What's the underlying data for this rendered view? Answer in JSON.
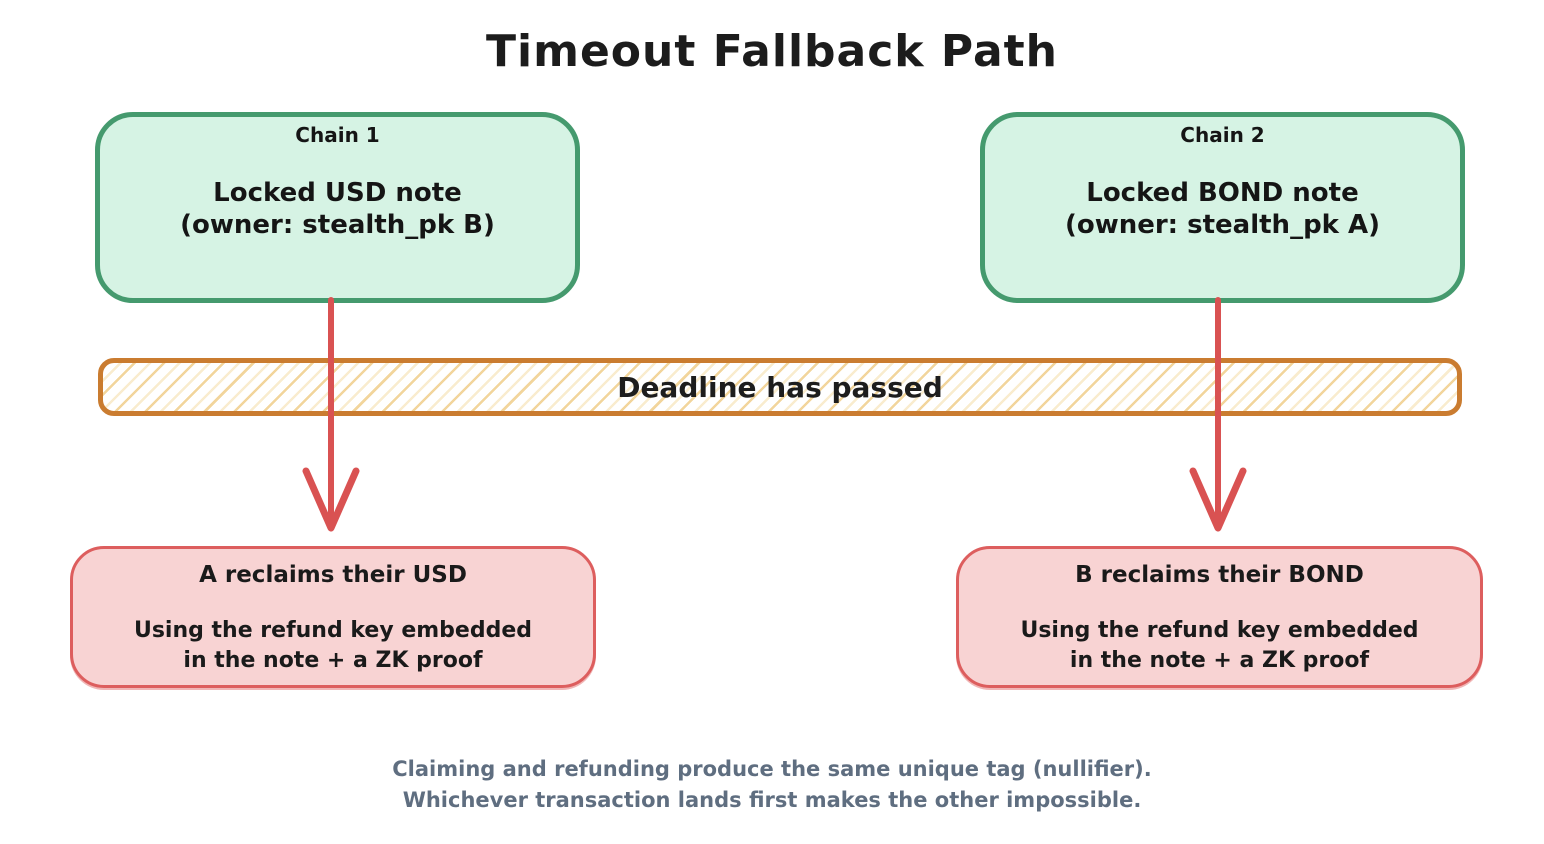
{
  "diagram": {
    "title": "Timeout Fallback Path",
    "chain1": {
      "label": "Chain 1",
      "body_line1": "Locked USD note",
      "body_line2": "(owner: stealth_pk B)"
    },
    "chain2": {
      "label": "Chain 2",
      "body_line1": "Locked BOND note",
      "body_line2": "(owner: stealth_pk A)"
    },
    "deadline_banner": {
      "label": "Deadline has passed"
    },
    "reclaim1": {
      "title": "A reclaims their USD",
      "body_line1": "Using the refund key embedded",
      "body_line2": "in the note + a ZK proof"
    },
    "reclaim2": {
      "title": "B reclaims their BOND",
      "body_line1": "Using the refund key embedded",
      "body_line2": "in the note + a ZK proof"
    },
    "arrows": [
      {
        "icon": "down-arrow-icon",
        "from": "chain1-locked-note-box",
        "to": "reclaim-usd-box"
      },
      {
        "icon": "down-arrow-icon",
        "from": "chain2-locked-note-box",
        "to": "reclaim-bond-box"
      }
    ],
    "footnote": {
      "line1": "Claiming and refunding produce the same unique tag (nullifier).",
      "line2": "Whichever transaction lands first makes the other impossible."
    },
    "colors": {
      "locked_note_fill": "#d6f3e4",
      "locked_note_border": "#459a6e",
      "reclaim_fill": "#f8d3d3",
      "reclaim_border": "#dd5e5e",
      "banner_border": "#ca7c30",
      "banner_hatch": "#f2d59c",
      "arrow": "#d95252",
      "title_text": "#1c1c1c",
      "footnote_text": "#5f6e80"
    }
  }
}
